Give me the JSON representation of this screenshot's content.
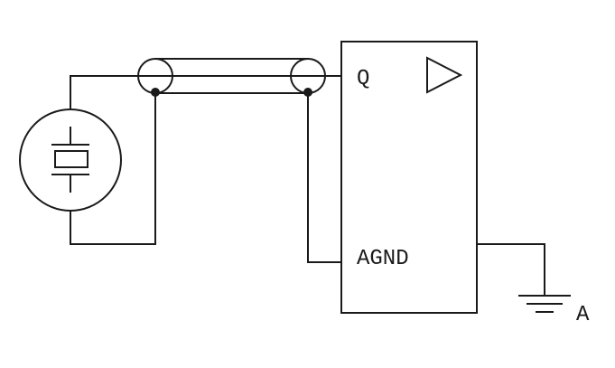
{
  "diagram": {
    "output_pin": "Q",
    "ground_pin": "AGND",
    "ground_label": "A"
  },
  "colors": {
    "line": "#1a1a1a",
    "background": "#ffffff"
  }
}
